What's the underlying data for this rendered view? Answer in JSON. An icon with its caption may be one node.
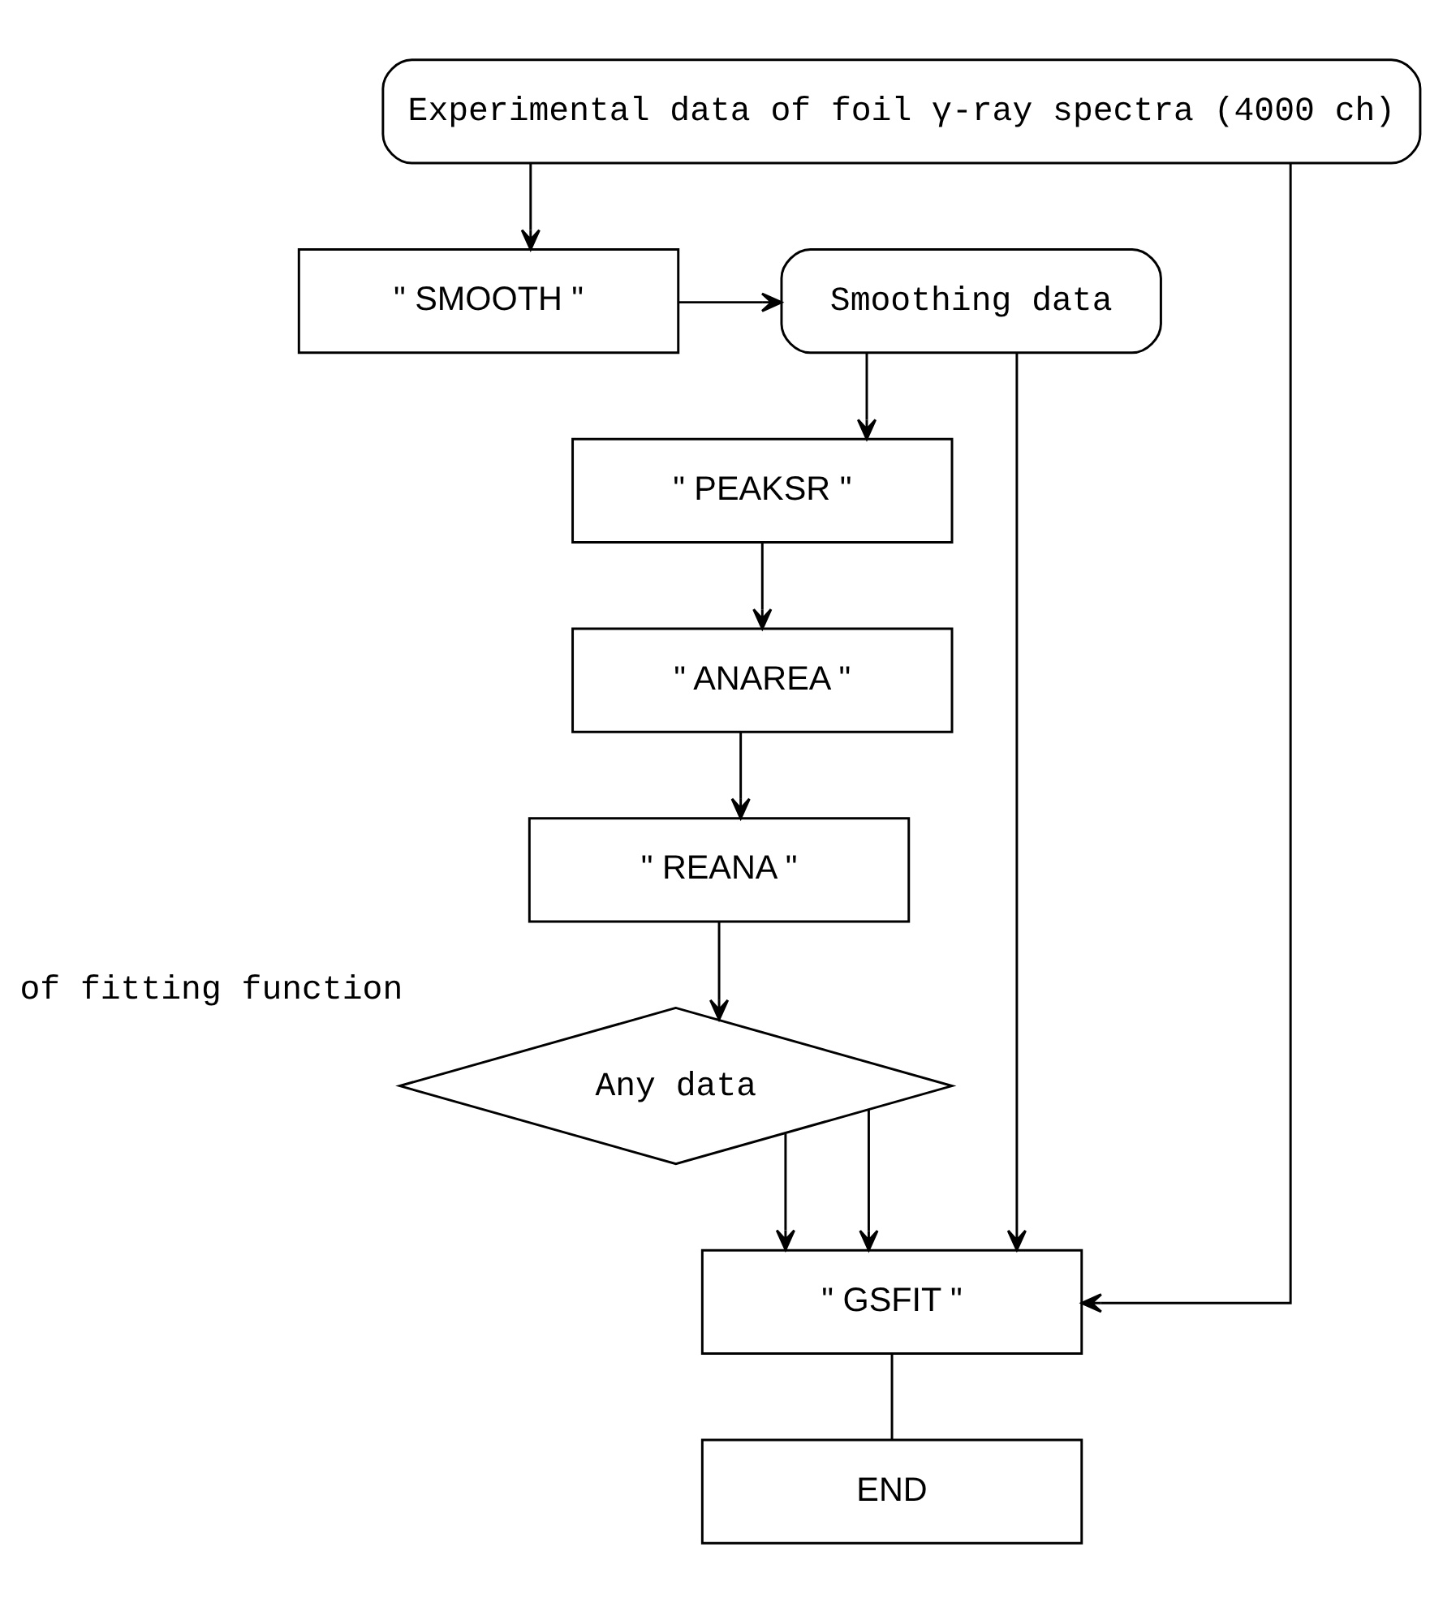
{
  "diagram": {
    "nodes": [
      {
        "text": [
          "Experimental data of foil γ-ray spectra (4000 ch)"
        ]
      },
      {
        "text": [
          "\" SMOOTH \""
        ]
      },
      {
        "text": [
          "Smoothing data"
        ]
      },
      {
        "text": [
          "\" PEAKSR \""
        ]
      },
      {
        "text": [
          "\" ANAREA \""
        ]
      },
      {
        "text": [
          "\" REANA \""
        ]
      },
      {
        "text": [
          "Any data"
        ],
        "beside": [
          "of fitting function"
        ]
      },
      {
        "text": [
          "\" GSFIT \""
        ]
      },
      {
        "text": [
          "END"
        ]
      }
    ],
    "edges": [
      {
        "from": 0,
        "to": 1,
        "arrow": "to"
      },
      {
        "from": 1,
        "to": 2,
        "arrow": "to"
      },
      {
        "from": 2,
        "to": 3,
        "arrow": "to"
      },
      {
        "from": 2,
        "to": 7,
        "arrow": "to"
      },
      {
        "from": 3,
        "to": 4,
        "arrow": "to"
      },
      {
        "from": 4,
        "to": 5,
        "arrow": "to"
      },
      {
        "from": 5,
        "to": 6,
        "arrow": "to"
      },
      {
        "from": 6,
        "to": 7,
        "arrow": "to"
      },
      {
        "from": 6,
        "to": 7,
        "arrow": "to"
      },
      {
        "from": 0,
        "to": 7,
        "arrow": "to"
      },
      {
        "from": 7,
        "to": 8,
        "arrow": "none"
      }
    ]
  }
}
